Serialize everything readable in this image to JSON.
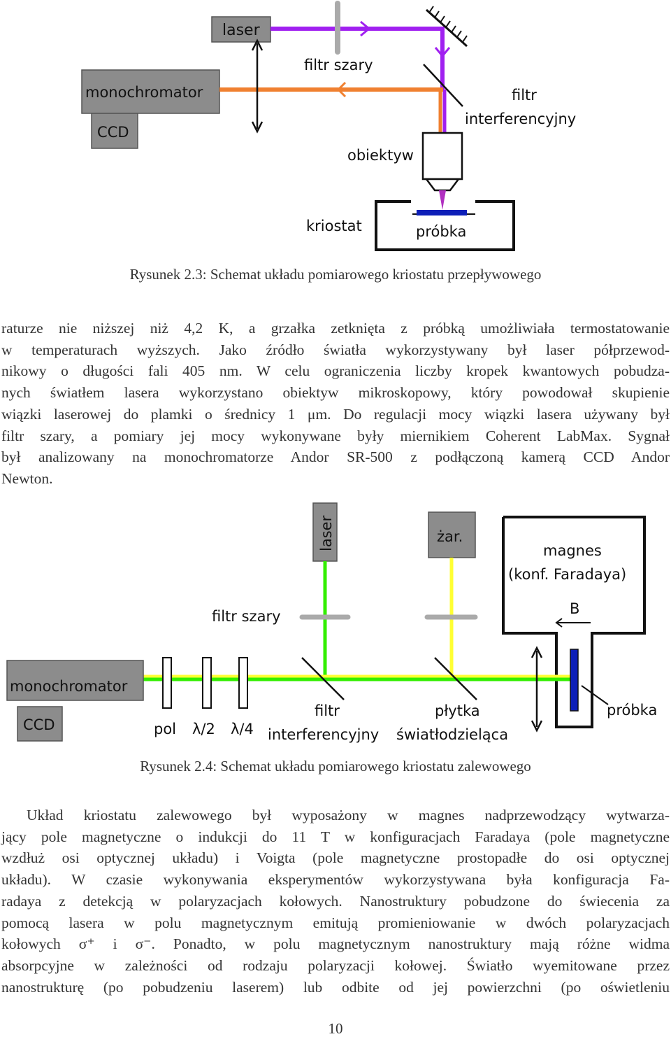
{
  "figure1": {
    "labels": {
      "laser": "laser",
      "monochromator": "monochromator",
      "ccd": "CCD",
      "grey_filter": "filtr szary",
      "interference_filter_1": "filtr",
      "interference_filter_2": "interferencyjny",
      "objective": "obiektyw",
      "cryostat": "kriostat",
      "sample": "próbka"
    },
    "caption": "Rysunek 2.3: Schemat układu pomiarowego kriostatu przepływowego",
    "colors": {
      "laser_beam": "#a020f0",
      "signal_beam": "#f08030",
      "box": "#8c8c8c",
      "sample": "#0d1fb8"
    }
  },
  "paragraph1": [
    "raturze nie niższej niż 4,2 K, a grzałka zetknięta z próbką umożliwiała termostatowanie",
    "w temperaturach wyższych. Jako źródło światła wykorzystywany był laser półprzewod-",
    "nikowy o długości fali 405 nm. W celu ograniczenia liczby kropek kwantowych pobudza-",
    "nych światłem lasera wykorzystano obiektyw mikroskopowy, który powodował skupienie",
    "wiązki laserowej do plamki o średnicy 1 μm. Do regulacji mocy wiązki lasera używany był",
    "filtr szary, a pomiary jej mocy wykonywane były miernikiem Coherent LabMax. Sygnał",
    "był analizowany na monochromatorze Andor SR-500 z podłączoną kamerą CCD Andor",
    "Newton."
  ],
  "figure2": {
    "labels": {
      "laser": "laser",
      "lamp": "żar.",
      "magnet_1": "magnes",
      "magnet_2": "(konf. Faradaya)",
      "field": "B",
      "grey_filter": "filtr szary",
      "monochromator": "monochromator",
      "ccd": "CCD",
      "pol": "pol",
      "half_wave": "λ/2",
      "quarter_wave": "λ/4",
      "interference_filter_1": "filtr",
      "interference_filter_2": "interferencyjny",
      "beamsplitter_1": "płytka",
      "beamsplitter_2": "światłodzieląca",
      "sample": "próbka"
    },
    "caption": "Rysunek 2.4: Schemat układu pomiarowego kriostatu zalewowego",
    "colors": {
      "laser_beam": "#33ee00",
      "lamp_beam": "#ffff33",
      "box": "#8c8c8c",
      "sample": "#0d1fb8"
    }
  },
  "paragraph2": [
    "Układ kriostatu zalewowego był wyposażony w magnes nadprzewodzący wytwarza-",
    "jący pole magnetyczne o indukcji do 11 T w konfiguracjach Faradaya (pole magnetyczne",
    "wzdłuż osi optycznej układu) i Voigta (pole magnetyczne prostopadłe do osi optycznej",
    "układu). W czasie wykonywania eksperymentów wykorzystywana była konfiguracja Fa-",
    "radaya z detekcją w polaryzacjach kołowych. Nanostruktury pobudzone do świecenia za",
    "pomocą lasera w polu magnetycznym emitują promieniowanie w dwóch polaryzacjach",
    "kołowych σ⁺ i σ⁻. Ponadto, w polu magnetycznym nanostruktury mają różne widma",
    "absorpcyjne w zależności od rodzaju polaryzacji kołowej. Światło wyemitowane przez",
    "nanostrukturę (po pobudzeniu laserem) lub odbite od jej powierzchni (po oświetleniu"
  ],
  "page_number": "10"
}
